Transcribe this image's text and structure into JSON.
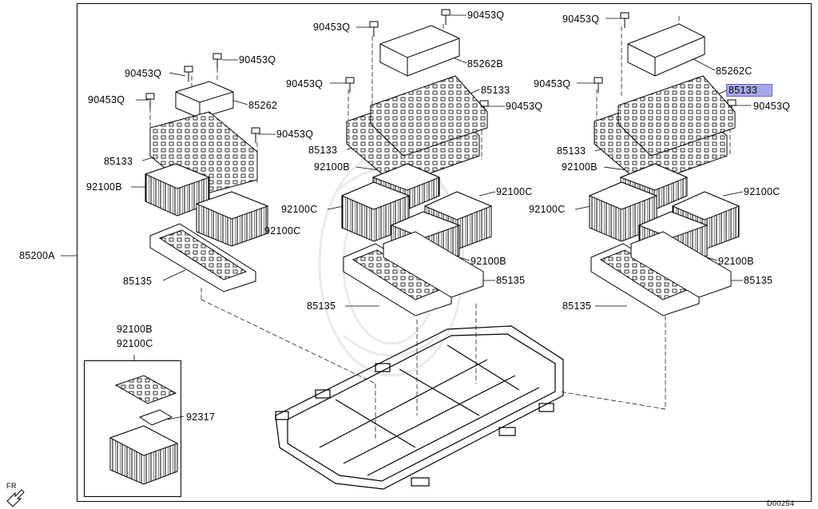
{
  "diagram": {
    "main_assembly": "85200A",
    "sheet_id": "D00254",
    "front_marker": "FR",
    "highlight_color": "#a8a8e8",
    "left_group": {
      "bolt_a": "90453Q",
      "bolt_b": "90453Q",
      "bolt_c": "90453Q",
      "bolt_d": "90453Q",
      "cover": "85262",
      "plate": "85133",
      "module_b": "92100B",
      "module_c": "92100C",
      "tray": "85135"
    },
    "middle_group": {
      "bolt_top": "90453Q",
      "bolt_left": "90453Q",
      "bolt_mid": "90453Q",
      "bolt_right": "90453Q",
      "cover": "85262B",
      "plate_a": "85133",
      "plate_b": "85133",
      "module_b_top": "92100B",
      "module_c_left": "92100C",
      "module_c_right": "92100C",
      "module_b_low": "92100B",
      "tray_a": "85135",
      "tray_b": "85135"
    },
    "right_group": {
      "bolt_top": "90453Q",
      "bolt_left": "90453Q",
      "bolt_right": "90453Q",
      "cover": "85262C",
      "plate_highlight": "85133",
      "plate": "85133",
      "module_b_top": "92100B",
      "module_c_left": "92100C",
      "module_c_right": "92100C",
      "module_b_low": "92100B",
      "tray_a": "85135",
      "tray_b": "85135"
    },
    "inset": {
      "title_b": "92100B",
      "title_c": "92100C",
      "part": "92317"
    }
  }
}
